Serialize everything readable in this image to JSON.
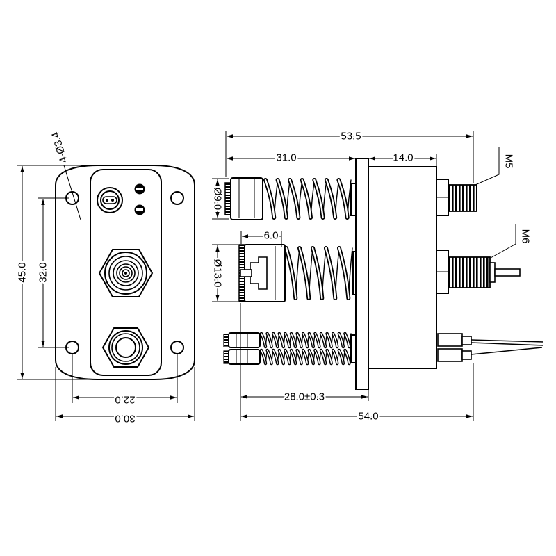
{
  "front_view": {
    "hole_callout": "4-Ø3.4",
    "height_overall": "45.0",
    "hole_pitch_vertical": "32.0",
    "hole_pitch_horizontal": "22.0",
    "width_overall": "30.0"
  },
  "side_view": {
    "length_overall": "53.5",
    "front_length": "31.0",
    "body_length": "14.0",
    "thread_top": "M5",
    "thread_middle": "M6",
    "pin_diameter_small": "Ø9.0",
    "pin_offset": "6.0",
    "pin_diameter_large": "Ø13.0",
    "flange_to_tip": "28.0±0.3",
    "total_length": "54.0"
  }
}
